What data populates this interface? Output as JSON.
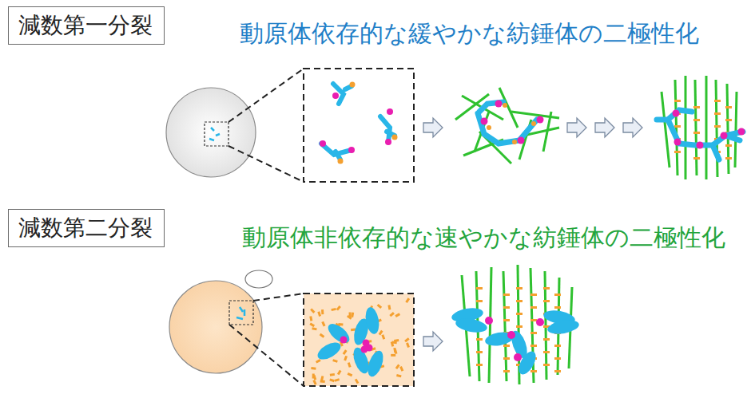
{
  "diagram": {
    "nodes": [
      {
        "text": [
          "減数第一分裂"
        ]
      },
      {
        "text": [
          "減数第二分裂"
        ]
      }
    ],
    "labels": [
      "動原体依存的な緩やかな紡錘体の二極性化",
      "動原体非依存的な速やかな紡錘体の二極性化"
    ]
  }
}
